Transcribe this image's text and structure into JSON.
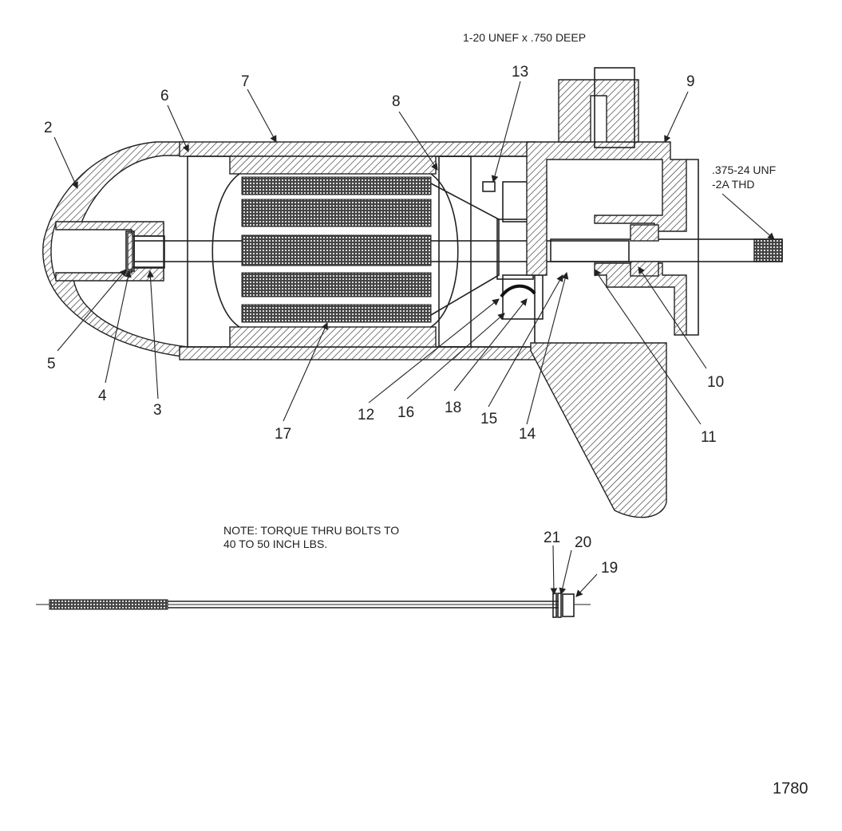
{
  "callouts": {
    "c1": "2",
    "c2": "3",
    "c3": "4",
    "c4": "5",
    "c5": "6",
    "c6": "7",
    "c7": "8",
    "c8": "9",
    "c9": "10",
    "c10": "11",
    "c11": "12",
    "c12": "13",
    "c13": "14",
    "c14": "15",
    "c15": "16",
    "c16": "17",
    "c17": "18",
    "c18": "19",
    "c19": "20",
    "c20": "21"
  },
  "spec_top": "1-20 UNEF x .750 DEEP",
  "spec_thread_line1": ".375-24 UNF",
  "spec_thread_line2": "-2A THD",
  "note_line1": "NOTE: TORQUE THRU BOLTS TO",
  "note_line2": "40 TO 50 INCH LBS.",
  "figure_number": "1780"
}
